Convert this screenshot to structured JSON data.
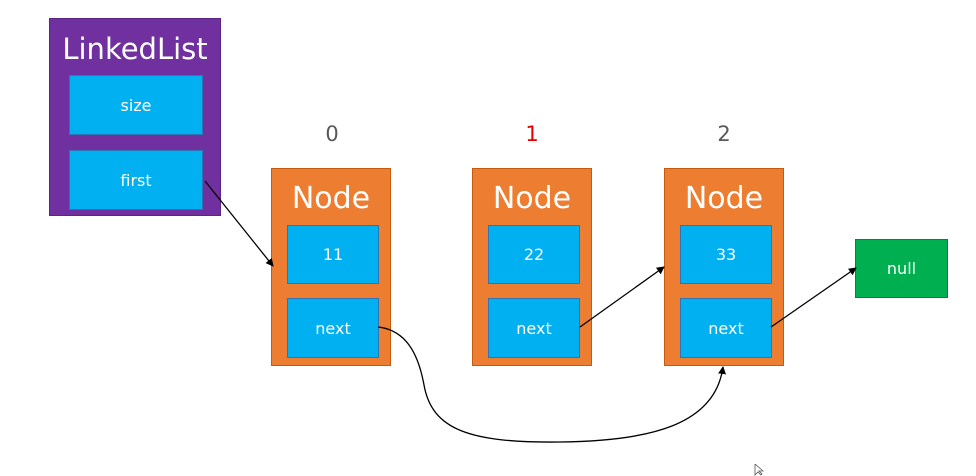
{
  "linked_list": {
    "title": "LinkedList",
    "fields": [
      "size",
      "first"
    ],
    "fill": "#7030a0"
  },
  "nodes": [
    {
      "index": "0",
      "title": "Node",
      "value": "11",
      "next": "next",
      "index_color": "#595959"
    },
    {
      "index": "1",
      "title": "Node",
      "value": "22",
      "next": "next",
      "index_color": "#e00000"
    },
    {
      "index": "2",
      "title": "Node",
      "value": "33",
      "next": "next",
      "index_color": "#595959"
    }
  ],
  "null_box": {
    "label": "null",
    "fill": "#00b050"
  },
  "colors": {
    "node_fill": "#ed7d31",
    "field_fill": "#00b0f0",
    "connector": "#000000"
  },
  "icons": {
    "cursor": "mouse-pointer-icon"
  }
}
